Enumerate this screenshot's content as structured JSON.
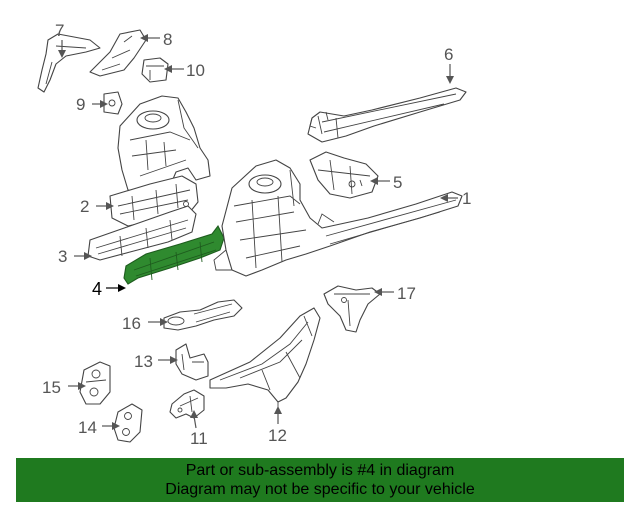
{
  "callouts": {
    "c1": "1",
    "c2": "2",
    "c3": "3",
    "c4": "4",
    "c5": "5",
    "c6": "6",
    "c7": "7",
    "c8": "8",
    "c9": "9",
    "c10": "10",
    "c11": "11",
    "c12": "12",
    "c13": "13",
    "c14": "14",
    "c15": "15",
    "c16": "16",
    "c17": "17"
  },
  "highlighted_part": "4",
  "banner": {
    "line1": "Part or sub-assembly is #4 in diagram",
    "line2": "Diagram may not be specific to your vehicle",
    "background_color": "#1f7a1f"
  },
  "highlight_color": "#2f8a2f"
}
